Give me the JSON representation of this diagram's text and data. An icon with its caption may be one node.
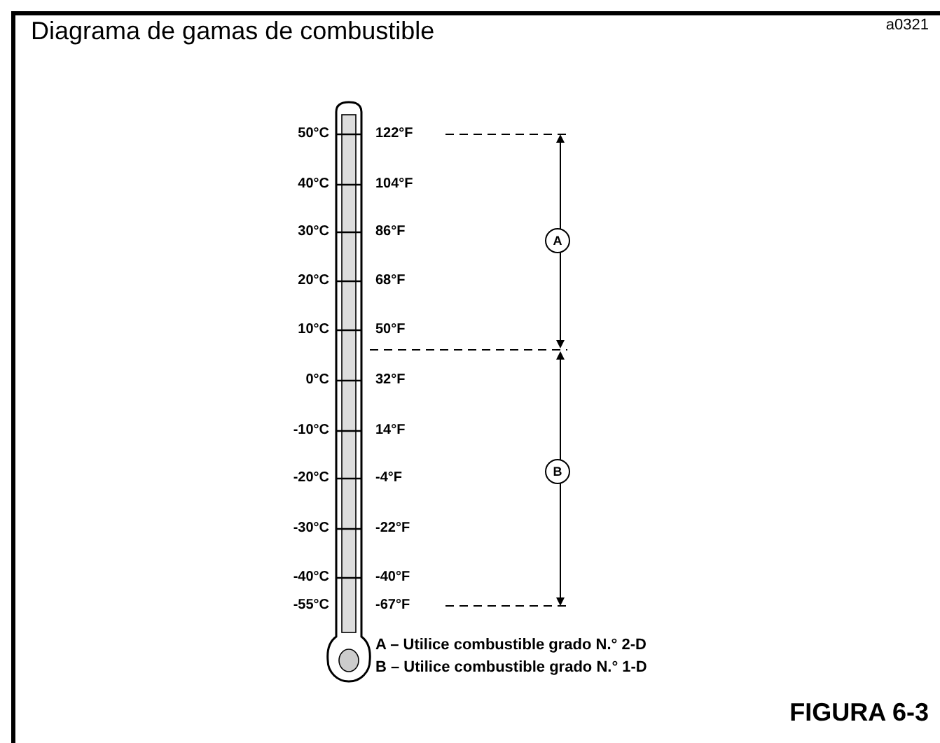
{
  "diagram": {
    "title": "Diagrama de gamas de combustible",
    "labels": [
      "a0321",
      "50°C",
      "122°F",
      "40°C",
      "104°F",
      "30°C",
      "86°F",
      "20°C",
      "68°F",
      "10°C",
      "50°F",
      "0°C",
      "32°F",
      "-10°C",
      "14°F",
      "-20°C",
      "-4°F",
      "-30°C",
      "-22°F",
      "-40°C",
      "-40°F",
      "-55°C",
      "-67°F",
      "A",
      "B",
      "A – Utilice combustible grado N.° 2-D",
      "B – Utilice combustible grado N.° 1-D",
      "FIGURA 6-3"
    ]
  }
}
